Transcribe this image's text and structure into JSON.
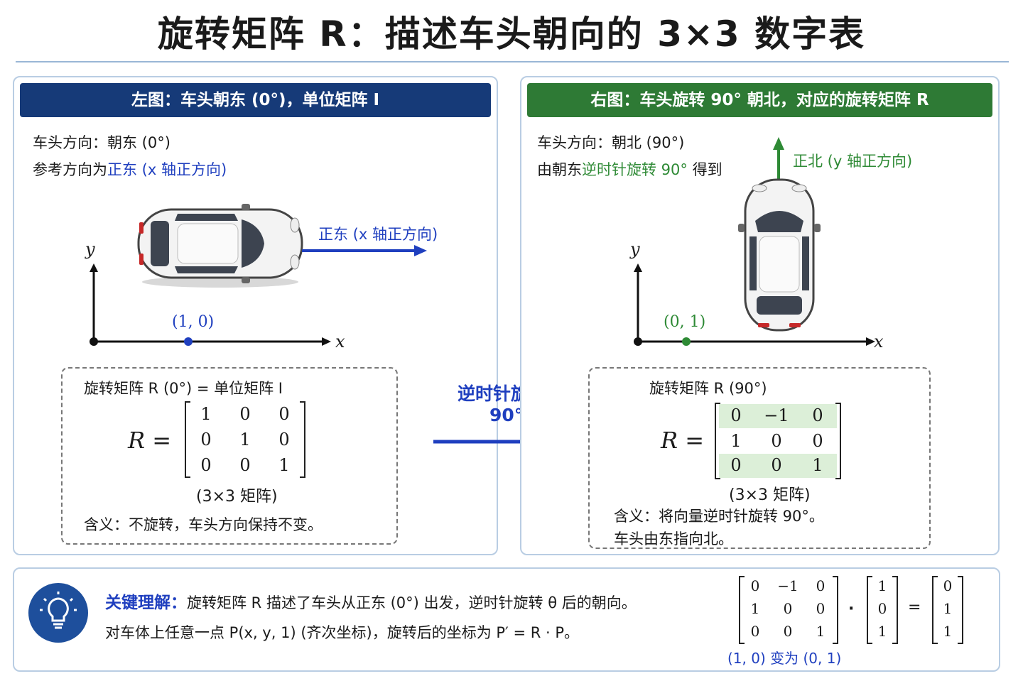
{
  "title": "旋转矩阵 R：描述车头朝向的 3×3 数字表",
  "left": {
    "header": "左图：车头朝东 (0°)，单位矩阵 I",
    "line1": "车头方向：朝东 (0°)",
    "line2_prefix": "参考方向为",
    "line2_highlight": "正东 (x 轴正方向)",
    "arrow_label": "正东 (x 轴正方向)",
    "axis_x": "x",
    "axis_y": "y",
    "point_label": "(1, 0)",
    "box_title": "旋转矩阵 R (0°) = 单位矩阵 I",
    "r_eq": "R =",
    "matrix": [
      [
        "1",
        "0",
        "0"
      ],
      [
        "0",
        "1",
        "0"
      ],
      [
        "0",
        "0",
        "1"
      ]
    ],
    "size_note": "(3×3 矩阵)",
    "meaning": "含义：不旋转，车头方向保持不变。"
  },
  "middle": {
    "rotate_label_1": "逆时针旋转",
    "rotate_label_2": "90°"
  },
  "right": {
    "header": "右图：车头旋转 90° 朝北，对应的旋转矩阵 R",
    "line1": "车头方向：朝北 (90°)",
    "line2_prefix": "由朝东",
    "line2_highlight": "逆时针旋转 90°",
    "line2_suffix": " 得到",
    "arrow_label": "正北 (y 轴正方向)",
    "axis_x": "x",
    "axis_y": "y",
    "point_label": "(0, 1)",
    "box_title": "旋转矩阵 R (90°)",
    "r_eq": "R =",
    "matrix": [
      [
        "0",
        "−1",
        "0"
      ],
      [
        "1",
        "0",
        "0"
      ],
      [
        "0",
        "0",
        "1"
      ]
    ],
    "size_note": "(3×3 矩阵)",
    "meaning_1": "含义：将向量逆时针旋转 90°。",
    "meaning_2": "车头由东指向北。"
  },
  "bottom": {
    "key_label": "关键理解：",
    "key_text": "旋转矩阵 R 描述了车头从正东 (0°) 出发，逆时针旋转 θ 后的朝向。",
    "line2": "对车体上任意一点 P(x, y, 1) (齐次坐标)，旋转后的坐标为 P′ = R · P。",
    "eq_matrix": [
      [
        "0",
        "−1",
        "0"
      ],
      [
        "1",
        "0",
        "0"
      ],
      [
        "0",
        "0",
        "1"
      ]
    ],
    "eq_vector": [
      "1",
      "0",
      "1"
    ],
    "eq_result": [
      "0",
      "1",
      "1"
    ],
    "dot": "·",
    "equals": "=",
    "caption": "(1, 0) 变为 (0, 1)"
  },
  "colors": {
    "navy": "#163a78",
    "green": "#2e7a35",
    "blue_accent": "#1f3fbf",
    "highlight_row": "#dcefd8"
  }
}
